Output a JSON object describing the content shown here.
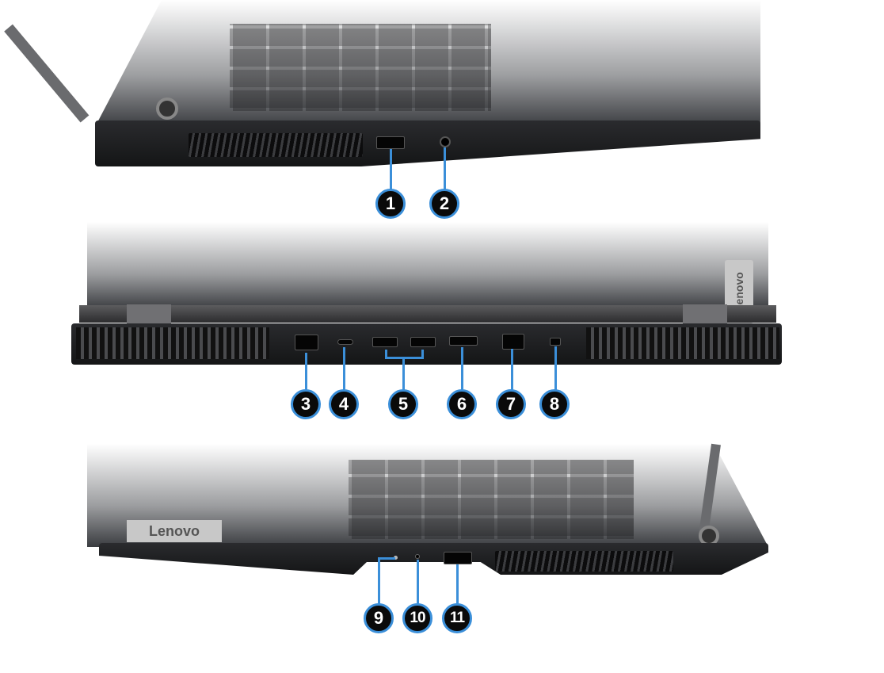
{
  "brand_logo": "Lenovo",
  "callouts": {
    "c1": "1",
    "c2": "2",
    "c3": "3",
    "c4": "4",
    "c5": "5",
    "c6": "6",
    "c7": "7",
    "c8": "8",
    "c9": "9",
    "c10": "10",
    "c11": "11"
  },
  "colors": {
    "callout_accent": "#3b8fd9",
    "callout_fill": "#0a0a0a",
    "chassis": "#1c1d1f"
  }
}
